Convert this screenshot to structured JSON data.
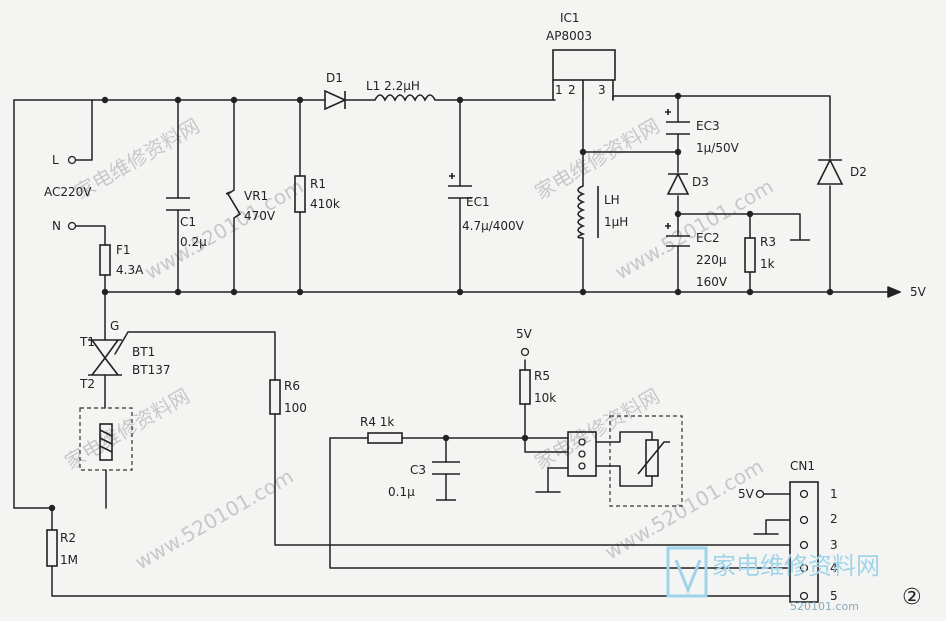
{
  "labels": {
    "ic1": "IC1",
    "ic1_part": "AP8003",
    "pin1": "1",
    "pin2": "2",
    "pin3": "3",
    "L": "L",
    "N": "N",
    "ac": "AC220V",
    "d1": "D1",
    "l1": "L1  2.2μH",
    "c1": "C1",
    "c1v": "0.2μ",
    "vr1": "VR1",
    "vr1v": "470V",
    "r1": "R1",
    "r1v": "410k",
    "ec1": "EC1",
    "ec1v": "4.7μ/400V",
    "lh": "LH",
    "lhv": "1μH",
    "ec3": "EC3",
    "ec3v": "1μ/50V",
    "d3": "D3",
    "d2": "D2",
    "ec2": "EC2",
    "ec2v1": "220μ",
    "ec2v2": "160V",
    "r3": "R3",
    "r3v": "1k",
    "out5v": "5V",
    "f1": "F1",
    "f1v": "4.3A",
    "t1": "T1",
    "t2": "T2",
    "g": "G",
    "bt1": "BT1",
    "bt1v": "BT137",
    "r6": "R6",
    "r6v": "100",
    "r5top": "5V",
    "r5": "R5",
    "r5v": "10k",
    "r4": "R4  1k",
    "c3": "C3",
    "c3v": "0.1μ",
    "r2": "R2",
    "r2v": "1M",
    "cn1": "CN1",
    "cn5v": "5V",
    "cn1p1": "1",
    "cn1p2": "2",
    "cn1p3": "3",
    "cn1p4": "4",
    "cn1p5": "5",
    "fig": "②"
  },
  "watermarks": {
    "cn": "家电维修资料网",
    "url": "www.520101.com",
    "logo": "家电维修资料网",
    "logo_url": "520101.com"
  }
}
